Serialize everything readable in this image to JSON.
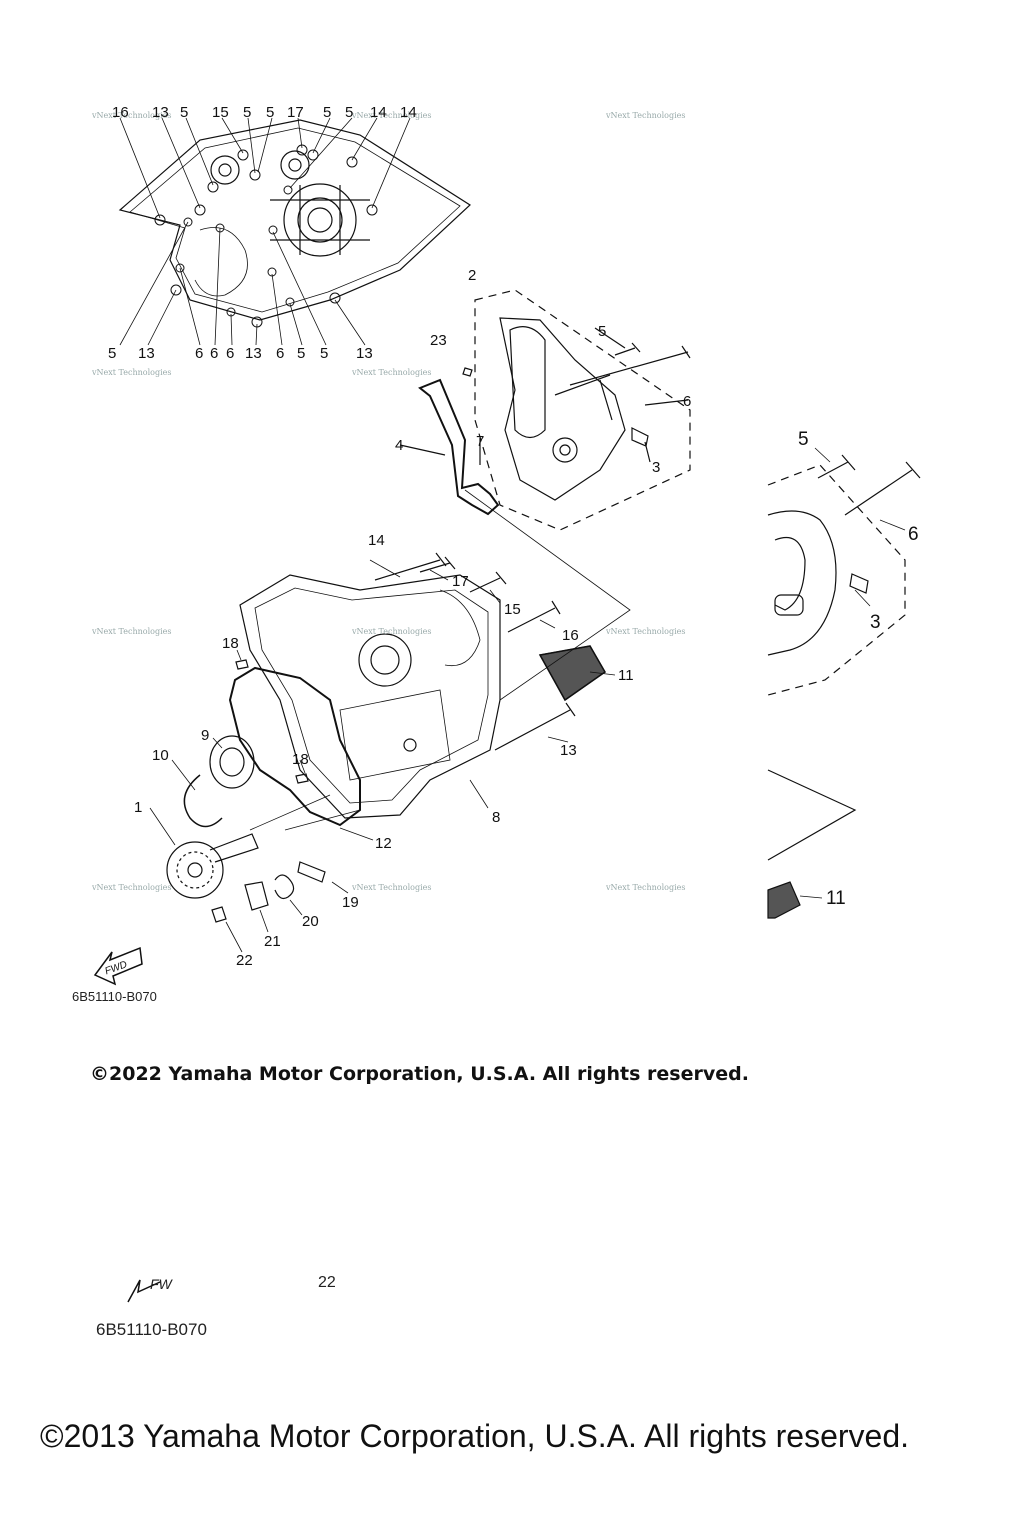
{
  "diagram": {
    "callouts_upper": [
      "16",
      "13",
      "5",
      "15",
      "5",
      "5",
      "17",
      "5",
      "5",
      "14",
      "14"
    ],
    "callouts_case_left": [
      "5",
      "13",
      "6",
      "6",
      "6",
      "13",
      "6",
      "5",
      "5",
      "13"
    ],
    "callouts_pump": [
      "2",
      "23",
      "5",
      "6",
      "4",
      "7",
      "3"
    ],
    "callouts_main": [
      "14",
      "17",
      "15",
      "16",
      "18",
      "11",
      "13",
      "9",
      "10",
      "18",
      "8",
      "1",
      "12",
      "19",
      "20",
      "21",
      "22"
    ],
    "callouts_zoom": [
      "5",
      "6",
      "3",
      "11"
    ],
    "watermark": "vNext Technologies",
    "fwd_label": "FWD"
  },
  "ref_code_top": "6B51110-B070",
  "copyright_2022": "©2022 Yamaha Motor Corporation, U.S.A. All rights reserved.",
  "ghost_fwd": "FW",
  "ghost_22": "22",
  "ref_code_bottom": "6B51110-B070",
  "copyright_2013": "©2013 Yamaha Motor Corporation, U.S.A. All rights reserved."
}
